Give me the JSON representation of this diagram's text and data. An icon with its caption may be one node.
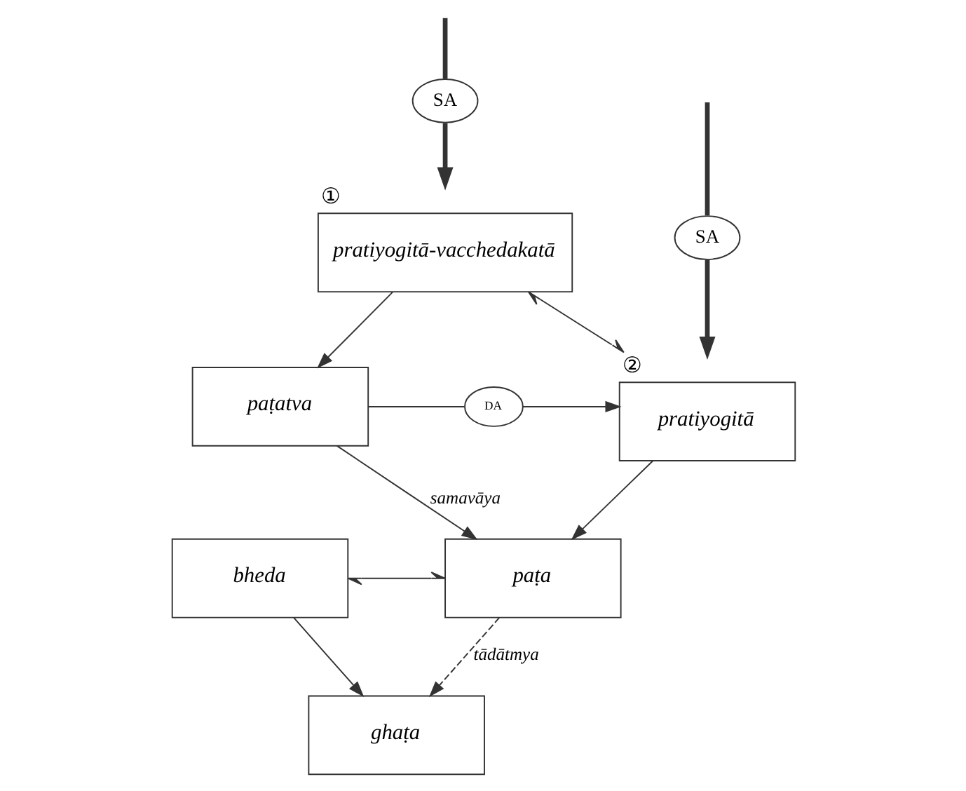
{
  "diagram": {
    "nodes": [
      {
        "text": [
          "pratiyogitā-vacchedakatā"
        ],
        "beside": [
          "①"
        ]
      },
      {
        "text": [
          "pratiyogitā"
        ],
        "beside": [
          "②"
        ]
      },
      {
        "text": [
          "DA"
        ]
      },
      {
        "text": [
          "paṭatva"
        ]
      },
      {
        "text": [
          "SA"
        ]
      },
      {
        "text": [
          "paṭa"
        ]
      },
      {
        "text": [
          "bheda"
        ]
      },
      {
        "text": [
          "SA"
        ]
      },
      {
        "text": [
          "ghaṭa"
        ]
      }
    ],
    "edges": [
      {
        "from": 0,
        "to": 1,
        "arrow": "both"
      },
      {
        "from": 0,
        "to": 3,
        "arrow": "to"
      },
      {
        "from": 3,
        "to": 2,
        "arrow": "none"
      },
      {
        "from": 2,
        "to": 1,
        "arrow": "to"
      },
      {
        "from": 1,
        "to": 5,
        "arrow": "to"
      },
      {
        "from": 3,
        "to": 5,
        "arrow": "to",
        "label": "samavāya"
      },
      {
        "from": null,
        "to": 4,
        "arrow": "none",
        "style": "thick"
      },
      {
        "from": 4,
        "to": 0,
        "arrow": "to",
        "style": "thick"
      },
      {
        "from": 6,
        "to": 5,
        "arrow": "both"
      },
      {
        "from": 6,
        "to": 8,
        "arrow": "to"
      },
      {
        "from": 5,
        "to": 8,
        "arrow": "to",
        "style": "dashed",
        "label": "tādātmya"
      },
      {
        "from": null,
        "to": 7,
        "arrow": "none",
        "style": "thick"
      },
      {
        "from": 7,
        "to": 1,
        "arrow": "to",
        "style": "thick"
      }
    ]
  }
}
